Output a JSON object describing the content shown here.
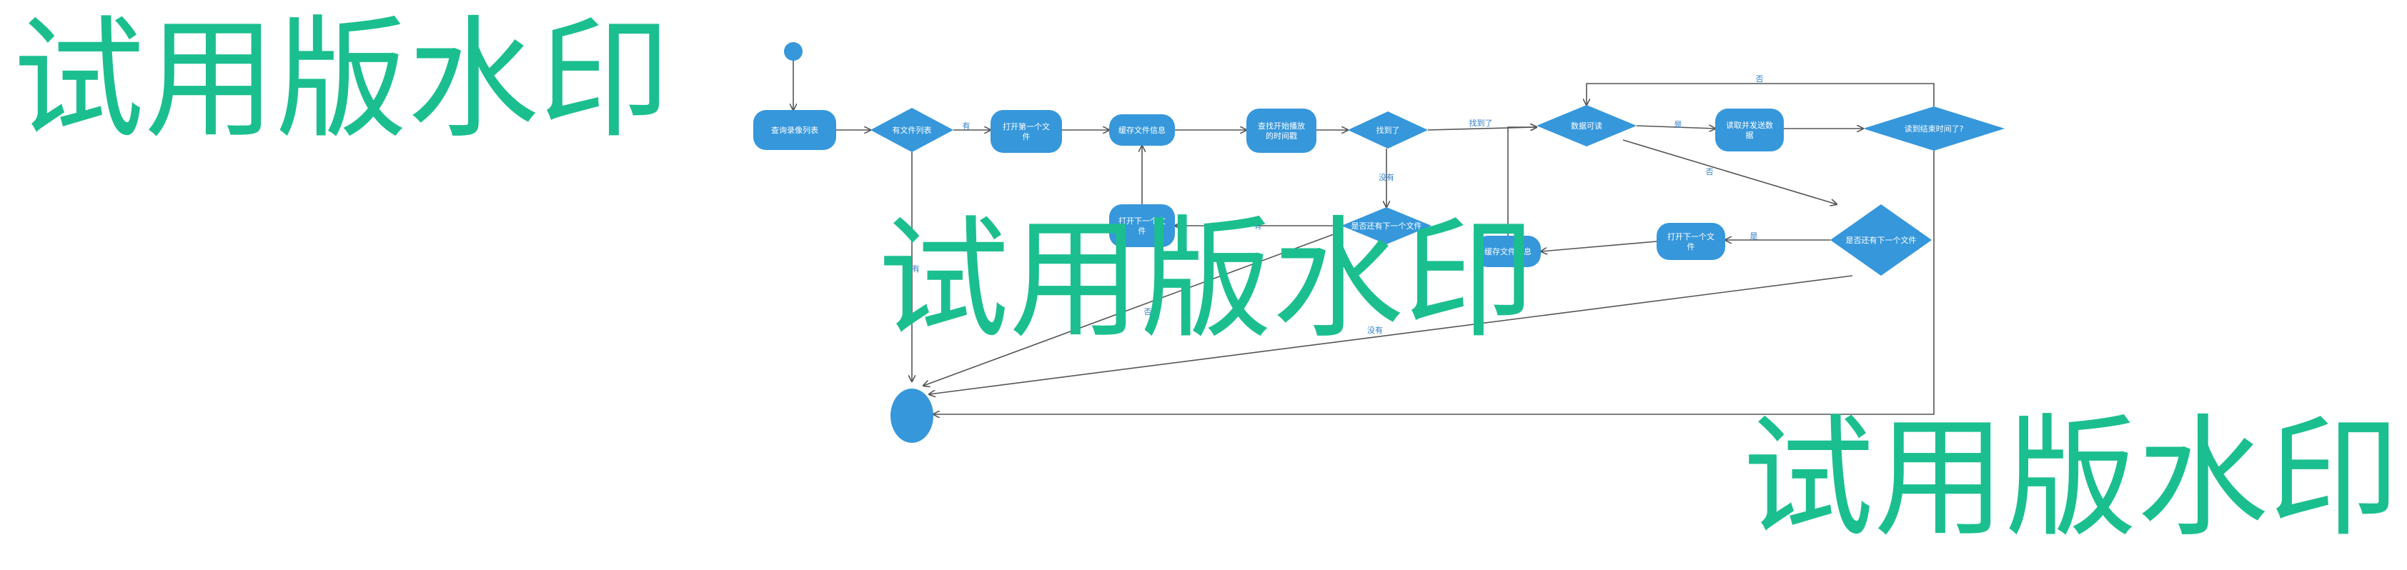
{
  "colors": {
    "node_fill": "#3697db",
    "node_text": "#ffffff",
    "line": "#555555",
    "edge_label": "#2f7fc9",
    "watermark": "#1bbf8f"
  },
  "watermark": {
    "text": "试用版水印"
  },
  "nodes": {
    "query_recordings": "查询录像列表",
    "has_file_list": "有文件列表",
    "open_first_file": "打开第一个文\n件",
    "cache_file_info": "缓存文件信息",
    "find_start_timestamp": "查找开始播放\n的时间戳",
    "found": "找到了",
    "has_next_file_1": "是否还有下一个文件",
    "open_next_file_1": "打开下一个文\n件",
    "data_readable": "数据可读",
    "read_send_data": "读取并发送数\n据",
    "end_time_reached": "读到结束时间了?",
    "has_next_file_2": "是否还有下一个文件",
    "open_next_file_2": "打开下一个文\n件",
    "cache_file_info_2": "缓存文件信息"
  },
  "edge_labels": {
    "has": "有",
    "none": "没有",
    "found_it": "找到了",
    "yes": "是",
    "no": "否"
  }
}
